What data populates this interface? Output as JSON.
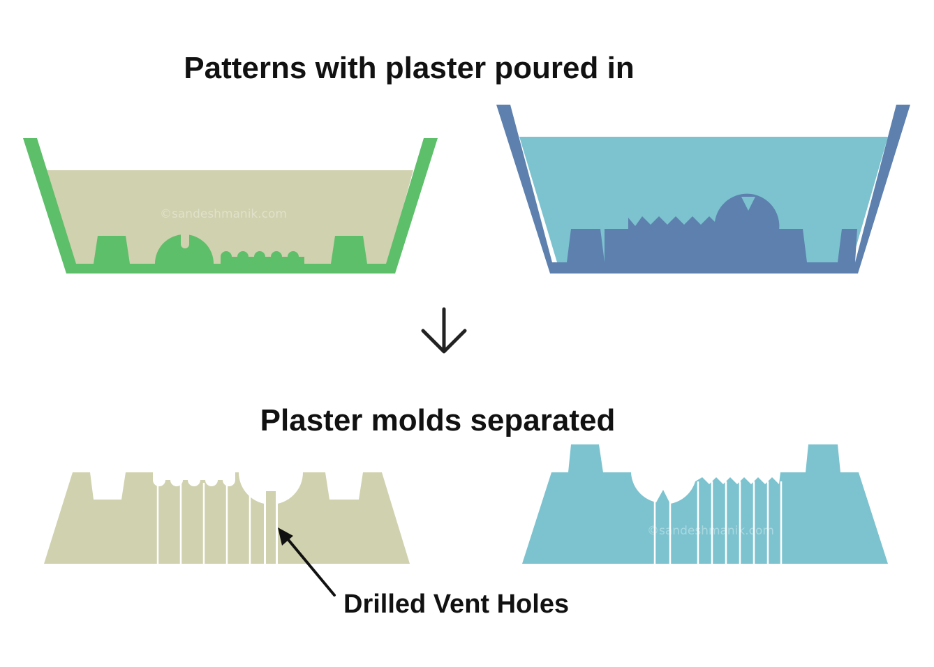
{
  "titles": {
    "top": "Patterns with plaster poured in",
    "bottom": "Plaster molds separated"
  },
  "labels": {
    "vent_holes": "Drilled Vent Holes"
  },
  "watermark": "©sandeshmanik.com",
  "colors": {
    "green_pattern": "#5dbf6a",
    "tan_plaster": "#d0d1ae",
    "blue_pattern": "#5d80ae",
    "cyan_plaster": "#7cc3cf",
    "text": "#111111",
    "arrow": "#222222"
  },
  "icons": {
    "down_arrow": "arrow-down-icon"
  }
}
